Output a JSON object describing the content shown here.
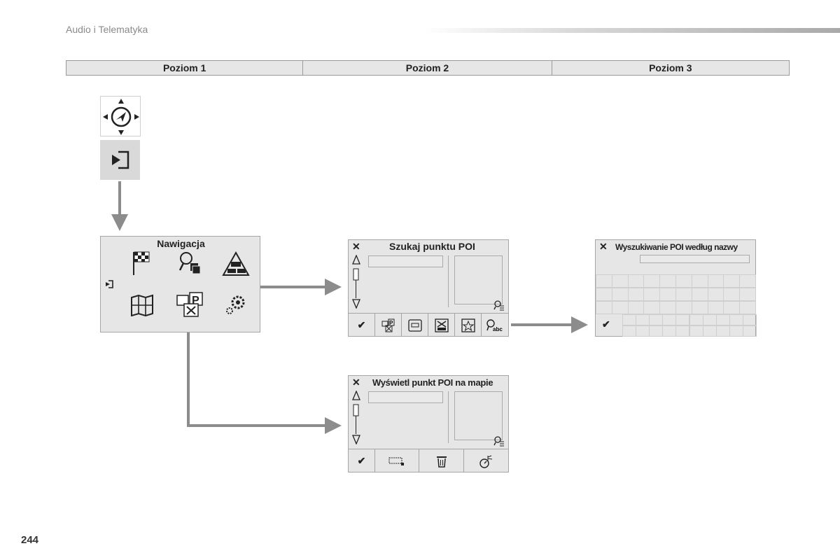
{
  "header": {
    "section_title": "Audio i Telematyka"
  },
  "levels": [
    "Poziom 1",
    "Poziom 2",
    "Poziom 3"
  ],
  "nav_menu": {
    "title": "Nawigacja",
    "icons": [
      "flag-icon",
      "poi-search-icon",
      "traffic-icon",
      "map-icon",
      "poi-category-icon",
      "settings-icon"
    ]
  },
  "poi_search": {
    "title": "Szukaj punktu POI",
    "buttons": [
      "confirm-icon",
      "poi-category-icon",
      "poi-list-icon",
      "poi-hotel-icon",
      "favorite-icon",
      "search-by-name-icon"
    ]
  },
  "poi_name_search": {
    "title": "Wyszukiwanie POI według nazwy"
  },
  "poi_map_display": {
    "title": "Wyświetl punkt POI na mapie",
    "buttons": [
      "confirm-icon",
      "select-area-icon",
      "delete-icon",
      "usb-import-icon"
    ]
  },
  "page_number": "244",
  "colors": {
    "arrow": "#8c8c8c",
    "panel": "#e6e6e6",
    "table": "#e6e6e6"
  }
}
